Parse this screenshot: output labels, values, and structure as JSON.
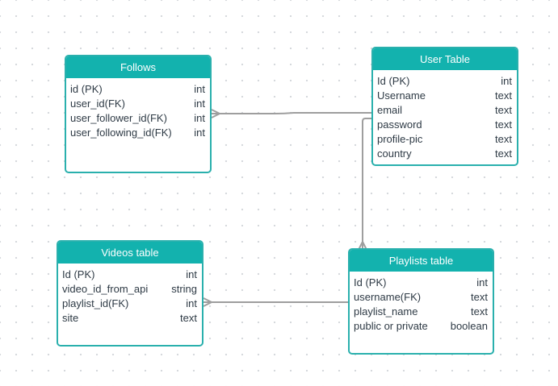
{
  "colors": {
    "header": "#13b2ae",
    "border": "#2ab0ad",
    "connector": "#9e9e9e",
    "text": "#2e3a45"
  },
  "entities": {
    "follows": {
      "title": "Follows",
      "fields": [
        {
          "name": "id  (PK)",
          "type": "int"
        },
        {
          "name": "user_id(FK)",
          "type": "int"
        },
        {
          "name": "user_follower_id(FK)",
          "type": "int"
        },
        {
          "name": "user_following_id(FK)",
          "type": "int"
        }
      ]
    },
    "user": {
      "title": "User Table",
      "fields": [
        {
          "name": "Id  (PK)",
          "type": "int"
        },
        {
          "name": "Username",
          "type": "text"
        },
        {
          "name": "email",
          "type": "text"
        },
        {
          "name": "password",
          "type": "text"
        },
        {
          "name": "profile-pic",
          "type": "text"
        },
        {
          "name": "country",
          "type": "text"
        }
      ]
    },
    "videos": {
      "title": "Videos table",
      "fields": [
        {
          "name": "Id  (PK)",
          "type": "int"
        },
        {
          "name": "video_id_from_api",
          "type": "string"
        },
        {
          "name": "playlist_id(FK)",
          "type": "int"
        },
        {
          "name": "site",
          "type": "text"
        }
      ]
    },
    "playlists": {
      "title": "Playlists table",
      "fields": [
        {
          "name": "Id  (PK)",
          "type": "int"
        },
        {
          "name": "username(FK)",
          "type": "text"
        },
        {
          "name": "playlist_name",
          "type": "text"
        },
        {
          "name": "public or private",
          "type": "boolean"
        }
      ]
    }
  },
  "relationships": [
    {
      "from": "follows",
      "to": "user",
      "cardinality": "many-to-one"
    },
    {
      "from": "playlists",
      "to": "user",
      "cardinality": "many-to-one"
    },
    {
      "from": "videos",
      "to": "playlists",
      "cardinality": "many-to-one"
    }
  ]
}
